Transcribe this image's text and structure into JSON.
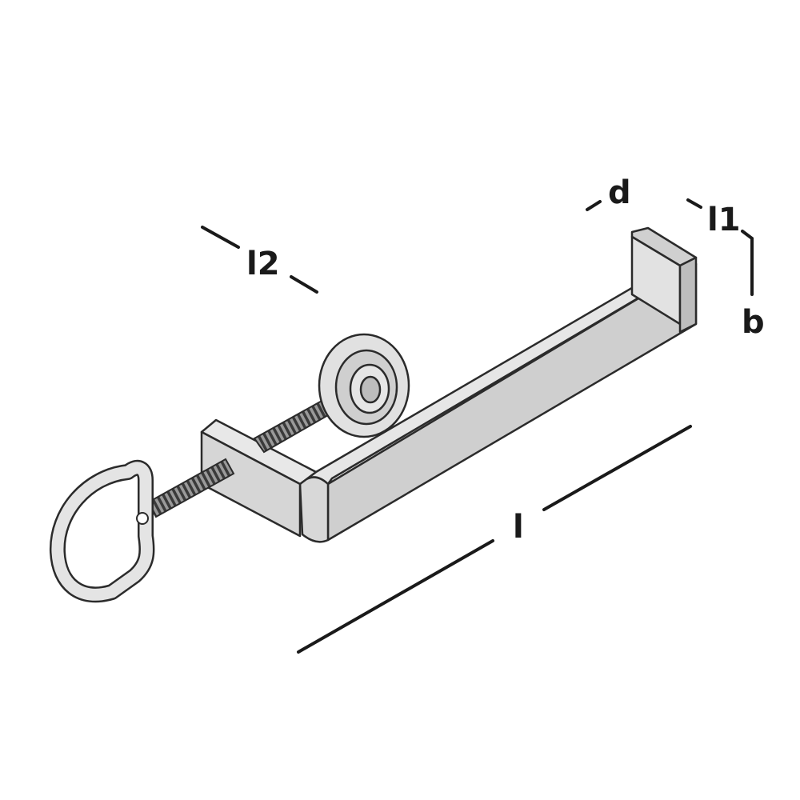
{
  "diagram": {
    "subject": "c-clamp",
    "labels": {
      "length": "l",
      "length_1": "l1",
      "length_2": "l2",
      "depth": "d",
      "width": "b"
    },
    "colors": {
      "line": "#1a1a1a",
      "face_light": "#e6e6e6",
      "face_mid": "#cfcfcf",
      "face_dark": "#b5b5b5",
      "outline": "#2b2b2b"
    }
  }
}
